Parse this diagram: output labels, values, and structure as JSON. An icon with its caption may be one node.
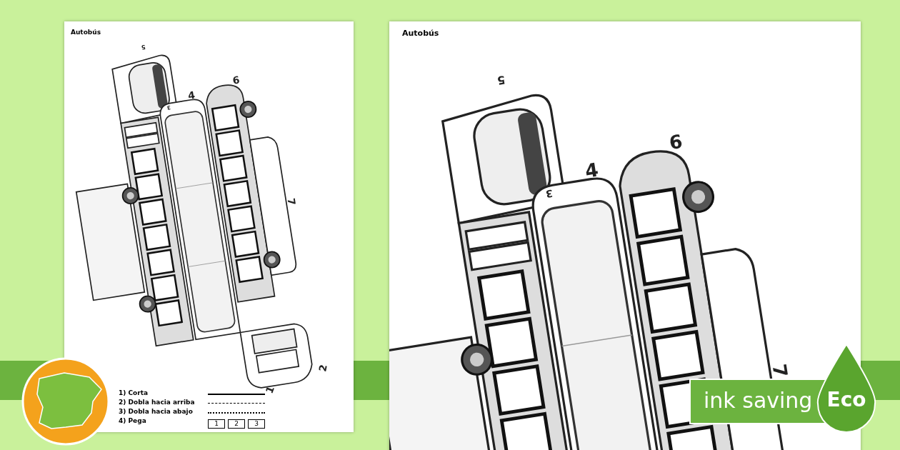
{
  "diagram": {
    "labels": [
      "Autobús",
      "5",
      "6",
      "4",
      "3",
      "7",
      "1",
      "2",
      "1",
      "2",
      "3",
      "Autobús",
      "5",
      "6",
      "4",
      "3",
      "7",
      "ink saving",
      "Eco"
    ],
    "legend": [
      {
        "text": "1) Corta"
      },
      {
        "text": "2) Dobla hacia arriba"
      },
      {
        "text": "3) Dobla hacia abajo"
      },
      {
        "text": "4) Pega"
      }
    ]
  }
}
